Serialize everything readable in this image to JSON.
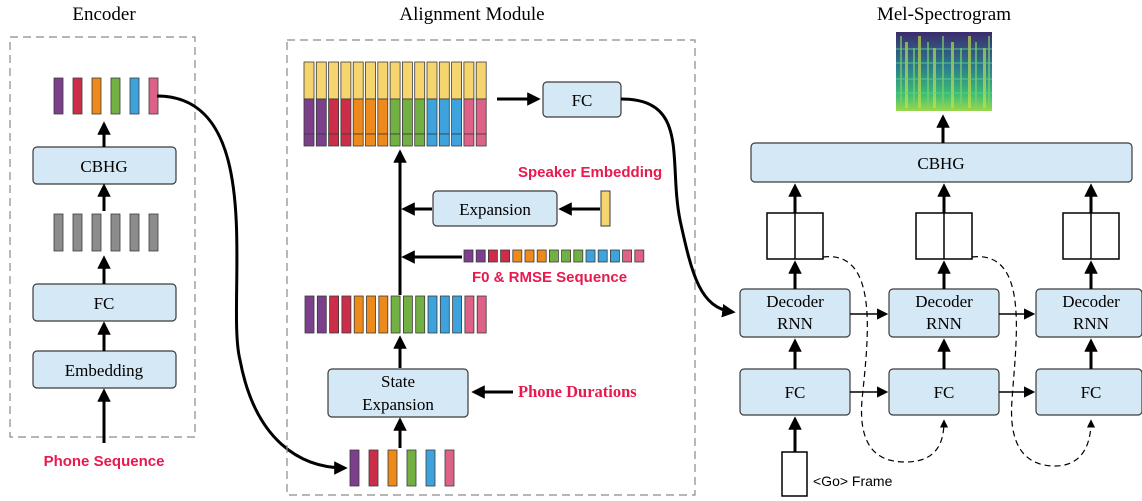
{
  "titles": {
    "encoder": "Encoder",
    "alignment": "Alignment Module",
    "mel": "Mel-Spectrogram"
  },
  "encoder": {
    "cbhg": "CBHG",
    "fc": "FC",
    "embedding": "Embedding",
    "input_label": "Phone Sequence"
  },
  "alignment": {
    "fc": "FC",
    "expansion": "Expansion",
    "speaker_embedding": "Speaker Embedding",
    "f0_rmse": "F0 & RMSE Sequence",
    "state_expansion_line1": "State",
    "state_expansion_line2": "Expansion",
    "phone_durations": "Phone Durations"
  },
  "decoder": {
    "cbhg": "CBHG",
    "decoder_rnn_line1": "Decoder",
    "decoder_rnn_line2": "RNN",
    "fc": "FC",
    "go_frame": "<Go> Frame"
  },
  "colors": {
    "phones": [
      "#7b3f8c",
      "#cc2e4a",
      "#ee8a1c",
      "#72b043",
      "#3ea3dc",
      "#de6287"
    ],
    "hidden": "#8c8c8c",
    "speaker": "#f6d46e",
    "box_fill": "#d5e8f5",
    "accent_text": "#e8194f"
  }
}
